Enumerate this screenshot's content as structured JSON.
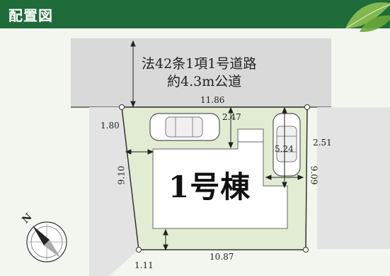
{
  "header": {
    "title": "配置図"
  },
  "road": {
    "line1": "法42条1項1号道路",
    "line2": "約4.3m公道"
  },
  "building": {
    "label": "1号棟"
  },
  "dimensions": {
    "top_width": "11.86",
    "bottom_width": "10.87",
    "left_side": "9.10",
    "right_side": "9.09",
    "setback_left_top": "1.80",
    "setback_top": "2.47",
    "parking_depth": "5.24",
    "parking_width": "2.51",
    "setback_bottom": "1.11"
  },
  "compass": {
    "north_label": "N"
  },
  "colors": {
    "header_bg": "#1f6b3a",
    "road": "#d9d9d9",
    "lot": "#e2ecd3",
    "building": "#ffffff"
  }
}
